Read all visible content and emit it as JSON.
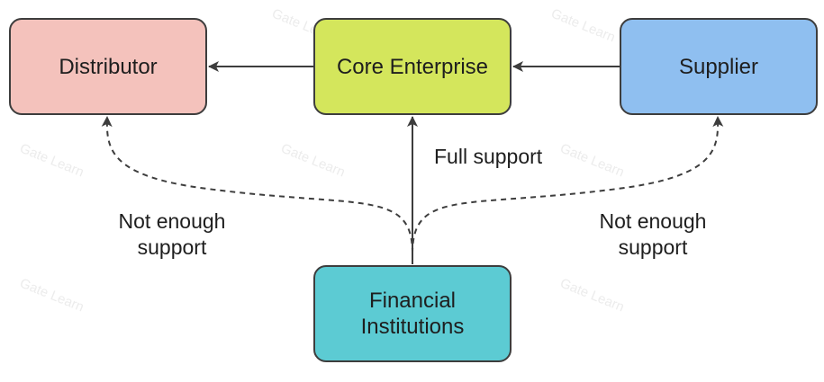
{
  "nodes": {
    "distributor": {
      "label": "Distributor",
      "color": "#f4c2bc"
    },
    "core_enterprise": {
      "label": "Core Enterprise",
      "color": "#d4e65c"
    },
    "supplier": {
      "label": "Supplier",
      "color": "#8fbff0"
    },
    "financial_institutions": {
      "label": "Financial\nInstitutions",
      "color": "#5ccbd3"
    }
  },
  "edges": {
    "full_support": "Full support",
    "not_enough_left": "Not enough\nsupport",
    "not_enough_right": "Not enough\nsupport"
  },
  "watermark": "Gate Learn",
  "colors": {
    "line": "#3d3d3d",
    "border": "#3d3d3d",
    "text": "#1e1e1e"
  }
}
